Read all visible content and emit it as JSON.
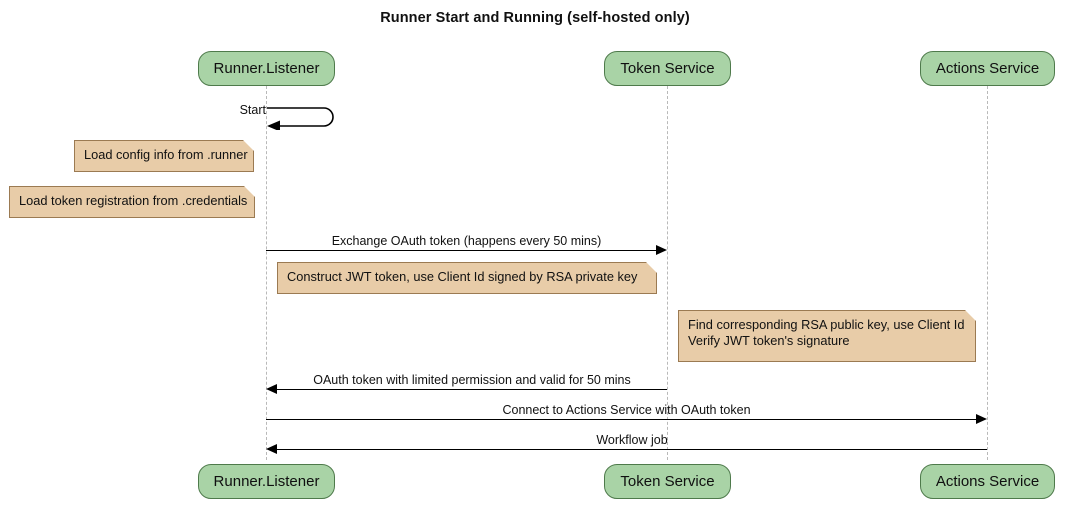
{
  "diagram": {
    "title": "Runner Start and Running (self-hosted only)",
    "type": "sequence-diagram",
    "colors": {
      "participant_fill": "#a9d3a6",
      "participant_border": "#4e7a4b",
      "note_fill": "#e8cca8",
      "note_border": "#9b7a52",
      "lifeline": "#b9b9b9",
      "arrow": "#000000",
      "background": "#ffffff"
    },
    "participants": [
      {
        "id": "runner",
        "label": "Runner.Listener"
      },
      {
        "id": "token",
        "label": "Token Service"
      },
      {
        "id": "actions",
        "label": "Actions Service"
      }
    ],
    "messages": [
      {
        "id": "start",
        "label": "Start",
        "from": "runner",
        "to": "runner",
        "kind": "self-loop",
        "direction": "left"
      },
      {
        "id": "exchange-oauth-token",
        "label": "Exchange OAuth token (happens every 50 mins)",
        "from": "runner",
        "to": "token",
        "kind": "arrow",
        "direction": "right"
      },
      {
        "id": "oauth-token-reply",
        "label": "OAuth token with limited permission and valid for 50 mins",
        "from": "token",
        "to": "runner",
        "kind": "arrow",
        "direction": "left"
      },
      {
        "id": "connect-actions-service",
        "label": "Connect to Actions Service with OAuth token",
        "from": "runner",
        "to": "actions",
        "kind": "arrow",
        "direction": "right"
      },
      {
        "id": "workflow-job",
        "label": "Workflow job",
        "from": "actions",
        "to": "runner",
        "kind": "arrow",
        "direction": "left"
      }
    ],
    "notes": [
      {
        "id": "note-load-config",
        "lines": [
          "Load config info from .runner"
        ],
        "attached_to": "runner"
      },
      {
        "id": "note-load-token-registration",
        "lines": [
          "Load token registration from .credentials"
        ],
        "attached_to": "runner"
      },
      {
        "id": "note-construct-jwt",
        "lines": [
          "Construct JWT token, use Client Id signed by RSA private key"
        ],
        "attached_to": "runner"
      },
      {
        "id": "note-verify-jwt",
        "lines": [
          "Find corresponding RSA public key, use Client Id",
          "Verify JWT token's signature"
        ],
        "attached_to": "token"
      }
    ]
  }
}
